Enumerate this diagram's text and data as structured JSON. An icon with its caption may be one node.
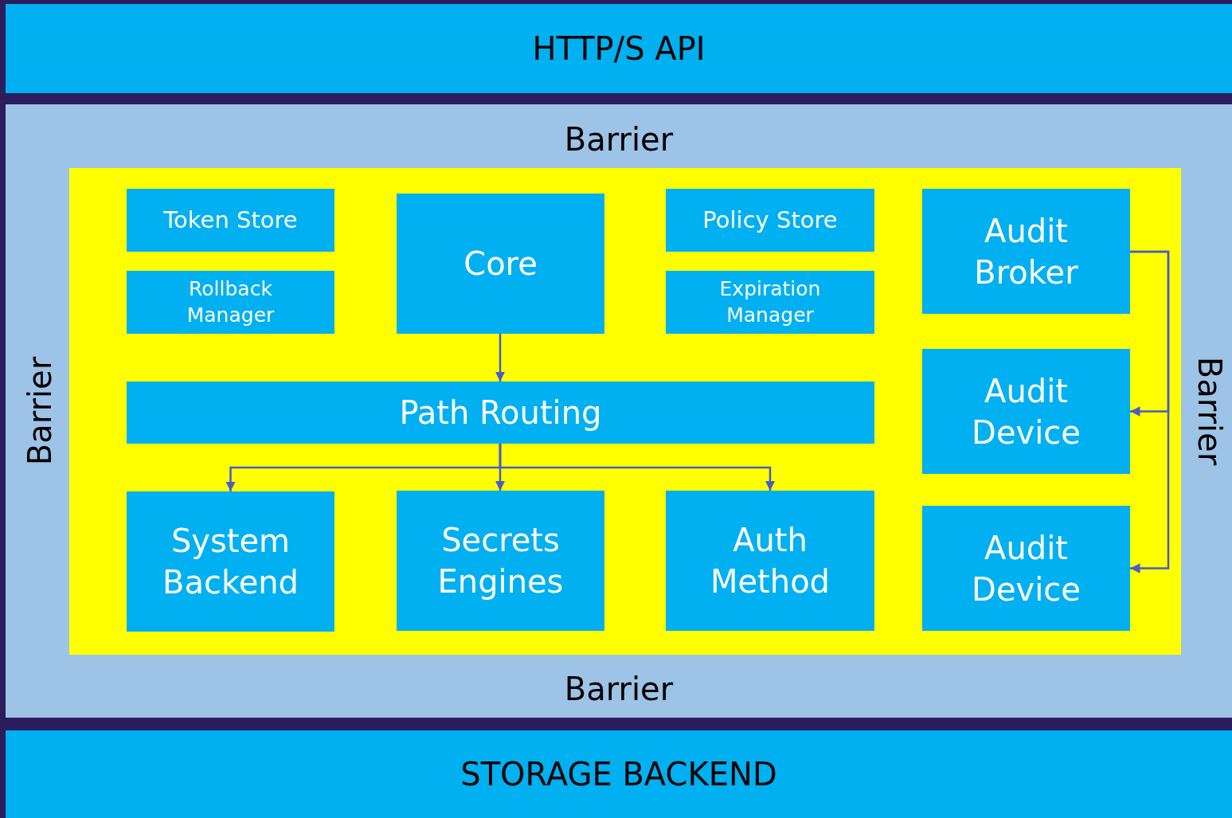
{
  "diagram": {
    "nodes": [
      {
        "text": [
          "HTTP/S API"
        ]
      },
      {
        "text": [
          "Barrier",
          "Barrier",
          "Barrier",
          "Barrier"
        ]
      },
      {
        "text": [],
        "shape": "box",
        "in": 1
      },
      {
        "text": [
          "Token Store"
        ],
        "in": 2
      },
      {
        "text": [
          "Core"
        ],
        "in": 2
      },
      {
        "text": [
          "Policy Store"
        ],
        "in": 2
      },
      {
        "text": [
          "Audit Broker"
        ],
        "in": 2
      },
      {
        "text": [
          "Rollback Manager"
        ],
        "in": 2
      },
      {
        "text": [
          "Expiration Manager"
        ],
        "in": 2
      },
      {
        "text": [
          "Path Routing"
        ],
        "in": 2
      },
      {
        "text": [
          "Audit Device"
        ],
        "in": 2
      },
      {
        "text": [
          "System Backend"
        ],
        "in": 2
      },
      {
        "text": [
          "Secrets Engines"
        ],
        "in": 2
      },
      {
        "text": [
          "Auth Method"
        ],
        "in": 2
      },
      {
        "text": [
          "Audit Device"
        ],
        "in": 2
      },
      {
        "text": [
          "STORAGE BACKEND"
        ]
      }
    ],
    "edges": [
      {
        "from": 4,
        "to": 9,
        "arrow": "to"
      },
      {
        "from": 9,
        "to": 11,
        "arrow": "to"
      },
      {
        "from": 9,
        "to": 12,
        "arrow": "to"
      },
      {
        "from": 9,
        "to": 13,
        "arrow": "to"
      },
      {
        "from": 6,
        "to": 10,
        "arrow": "to"
      },
      {
        "from": 6,
        "to": 14,
        "arrow": "to"
      }
    ]
  }
}
